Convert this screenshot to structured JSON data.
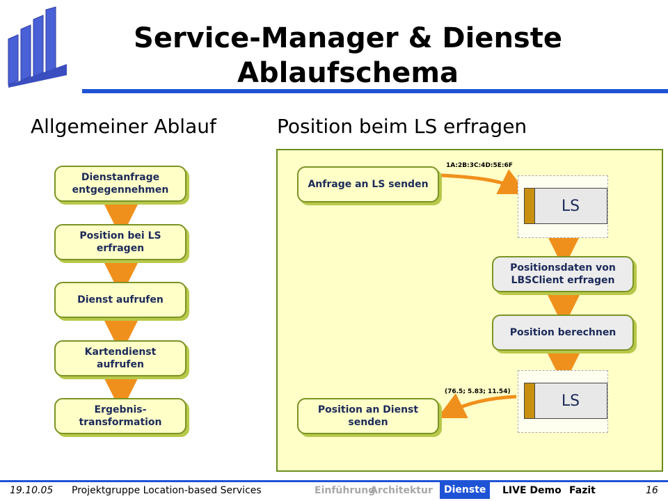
{
  "title": {
    "line1": "Service-Manager & Dienste",
    "line2": "Ablaufschema"
  },
  "headings": {
    "left": "Allgemeiner Ablauf",
    "right": "Position beim LS erfragen"
  },
  "left_flow": [
    {
      "line1": "Dienstanfrage",
      "line2": "entgegennehmen"
    },
    {
      "line1": "Position bei LS",
      "line2": "erfragen"
    },
    {
      "line1": "Dienst aufrufen",
      "line2": ""
    },
    {
      "line1": "Kartendienst",
      "line2": "aufrufen"
    },
    {
      "line1": "Ergebnis-",
      "line2": "transformation"
    }
  ],
  "right_flow": {
    "send_request": "Anfrage an LS senden",
    "mac_label": "1A:2B:3C:4D:5E:6F",
    "ls_label": "LS",
    "query_client": {
      "line1": "Positionsdaten von",
      "line2": "LBSClient erfragen"
    },
    "compute_position": "Position berechnen",
    "coords_label": "(76.5; 5.83; 11.54)",
    "send_position": {
      "line1": "Position an Dienst",
      "line2": "senden"
    }
  },
  "footer": {
    "date": "19.10.05",
    "project": "Projektgruppe Location-based Services",
    "nav": [
      "Einführung",
      "Architektur",
      "Dienste",
      "LIVE Demo",
      "Fazit"
    ],
    "page": "16"
  },
  "colors": {
    "accent": "#1f53d6",
    "panel": "#ffffc8",
    "arrow": "#f0901c"
  }
}
